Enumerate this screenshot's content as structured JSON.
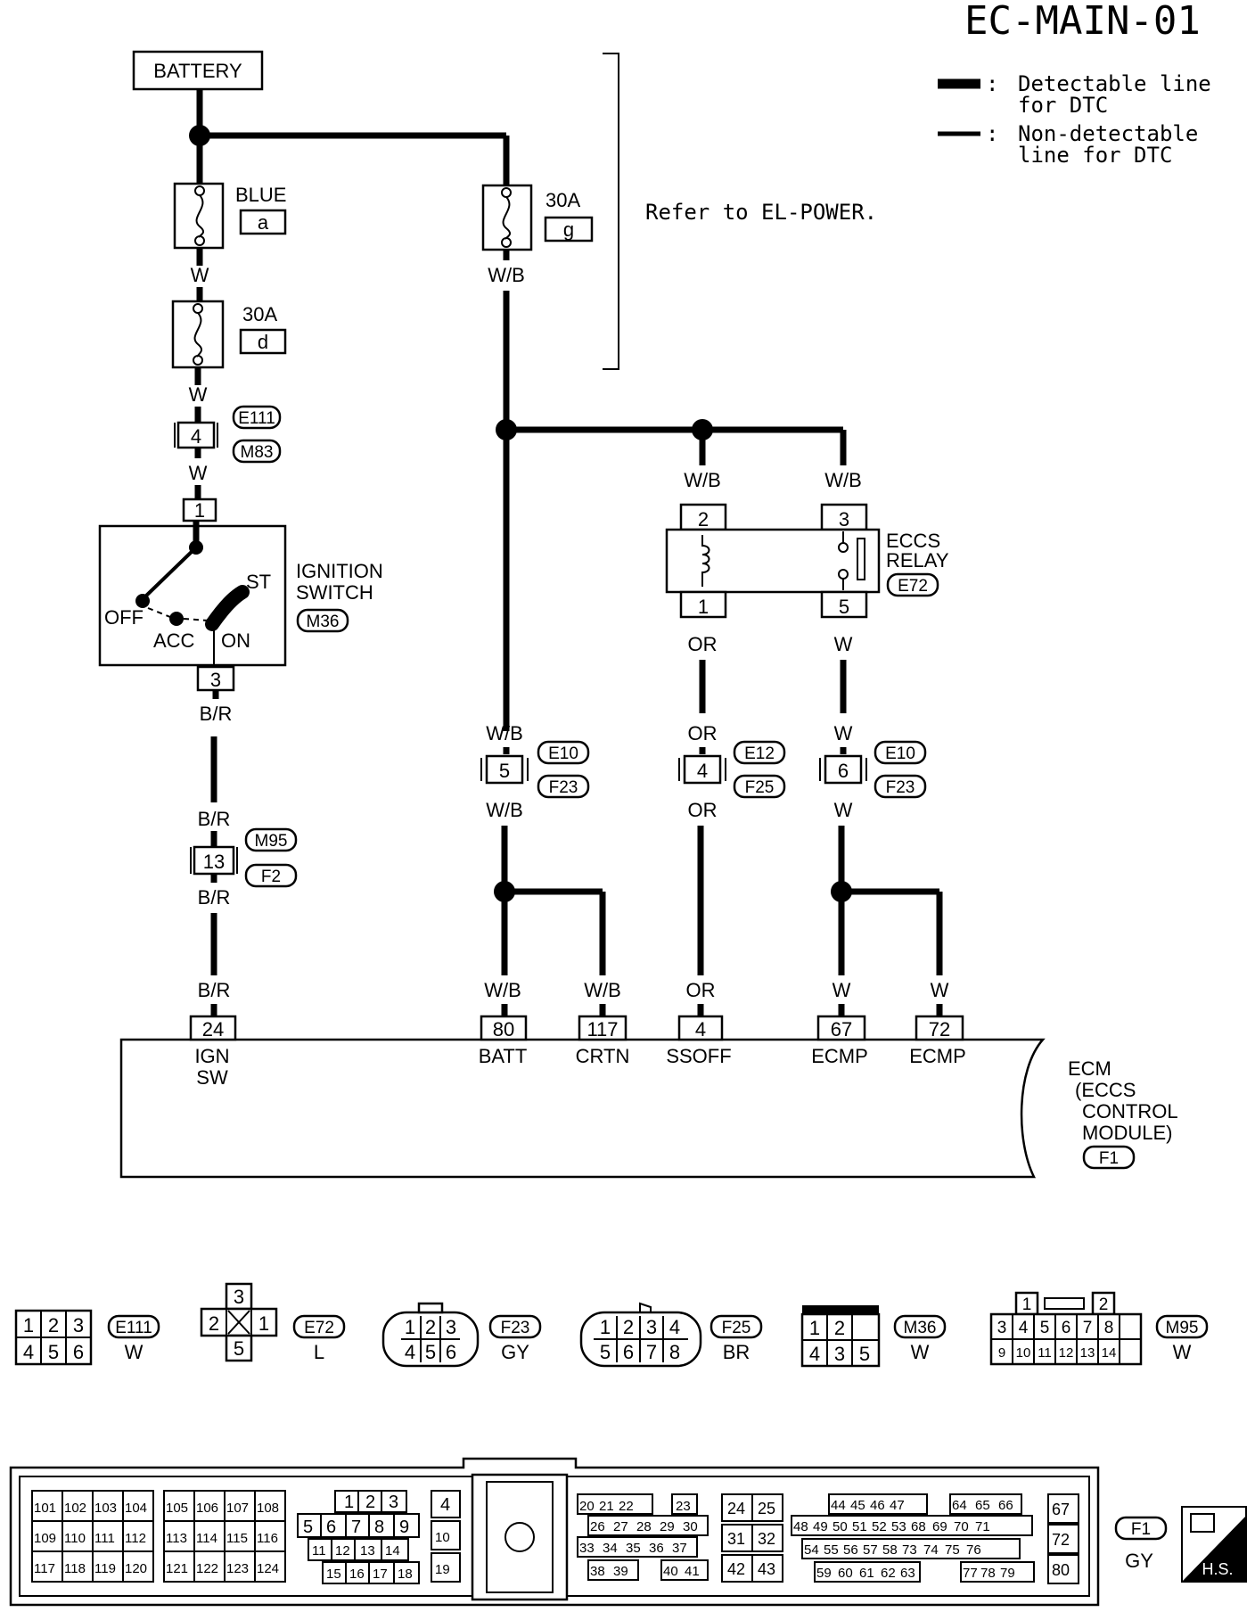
{
  "page_code": "EC-MAIN-01",
  "legend": {
    "detectable": [
      "Detectable line",
      "for DTC"
    ],
    "non_detectable": [
      "Non-detectable",
      "line for DTC"
    ]
  },
  "battery_label": "BATTERY",
  "fuses": {
    "blue": {
      "rating": "BLUE",
      "id": "a"
    },
    "d": {
      "rating": "30A",
      "id": "d"
    },
    "g": {
      "rating": "30A",
      "id": "g"
    }
  },
  "refer_note": "Refer to EL-POWER.",
  "ignition": {
    "name_lines": [
      "IGNITION",
      "SWITCH"
    ],
    "connector": "M36",
    "positions": {
      "off": "OFF",
      "acc": "ACC",
      "on": "ON",
      "st": "ST"
    },
    "pin_in": "1",
    "pin_out": "3"
  },
  "eccs_relay": {
    "name_lines": [
      "ECCS",
      "RELAY"
    ],
    "connector": "E72",
    "pins": [
      "2",
      "3",
      "1",
      "5"
    ]
  },
  "wire_colors": {
    "w": "W",
    "wb": "W/B",
    "br": "B/R",
    "or": "OR"
  },
  "inline_connectors": {
    "c1": {
      "pin": "4",
      "a": "E111",
      "b": "M83"
    },
    "c2": {
      "pin": "13",
      "a": "M95",
      "b": "F2"
    },
    "c3": {
      "pin": "5",
      "a": "E10",
      "b": "F23"
    },
    "c4": {
      "pin": "4",
      "a": "E12",
      "b": "F25"
    },
    "c5": {
      "pin": "6",
      "a": "E10",
      "b": "F23"
    }
  },
  "ecm": {
    "name_lines": [
      "ECM",
      "(ECCS",
      "CONTROL",
      "MODULE)"
    ],
    "connector": "F1",
    "terminals": [
      {
        "pin": "24",
        "label": [
          "IGN",
          "SW"
        ]
      },
      {
        "pin": "80",
        "label": [
          "BATT"
        ]
      },
      {
        "pin": "117",
        "label": [
          "CRTN"
        ]
      },
      {
        "pin": "4",
        "label": [
          "SSOFF"
        ]
      },
      {
        "pin": "67",
        "label": [
          "ECMP"
        ]
      },
      {
        "pin": "72",
        "label": [
          "ECMP"
        ]
      }
    ]
  },
  "connector_views": [
    {
      "id": "E111",
      "color": "W"
    },
    {
      "id": "E72",
      "color": "L"
    },
    {
      "id": "F23",
      "color": "GY"
    },
    {
      "id": "F25",
      "color": "BR"
    },
    {
      "id": "M36",
      "color": "W"
    },
    {
      "id": "M95",
      "color": "W"
    },
    {
      "id": "F1",
      "color": "GY"
    }
  ],
  "hs_label": "H.S."
}
